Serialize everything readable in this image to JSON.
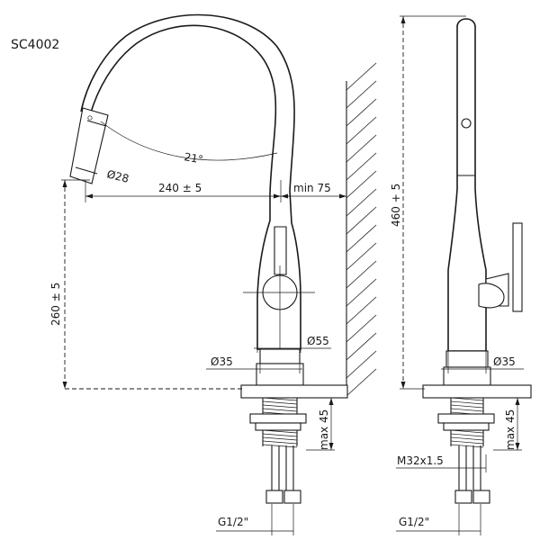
{
  "model": "SC4002",
  "dimensions": {
    "angle": "21°",
    "head_diameter": "Ø28",
    "reach": "240 ± 5",
    "wall_min": "min 75",
    "spout_height": "260 ± 5",
    "total_height": "460 + 5",
    "base_diameter_front": "Ø35",
    "base_diameter_outer": "Ø55",
    "base_diameter_side": "Ø35",
    "max_thickness_front": "max 45",
    "max_thickness_side": "max 45",
    "thread": "M32x1.5",
    "connector_front": "G1/2\"",
    "connector_side": "G1/2\""
  }
}
